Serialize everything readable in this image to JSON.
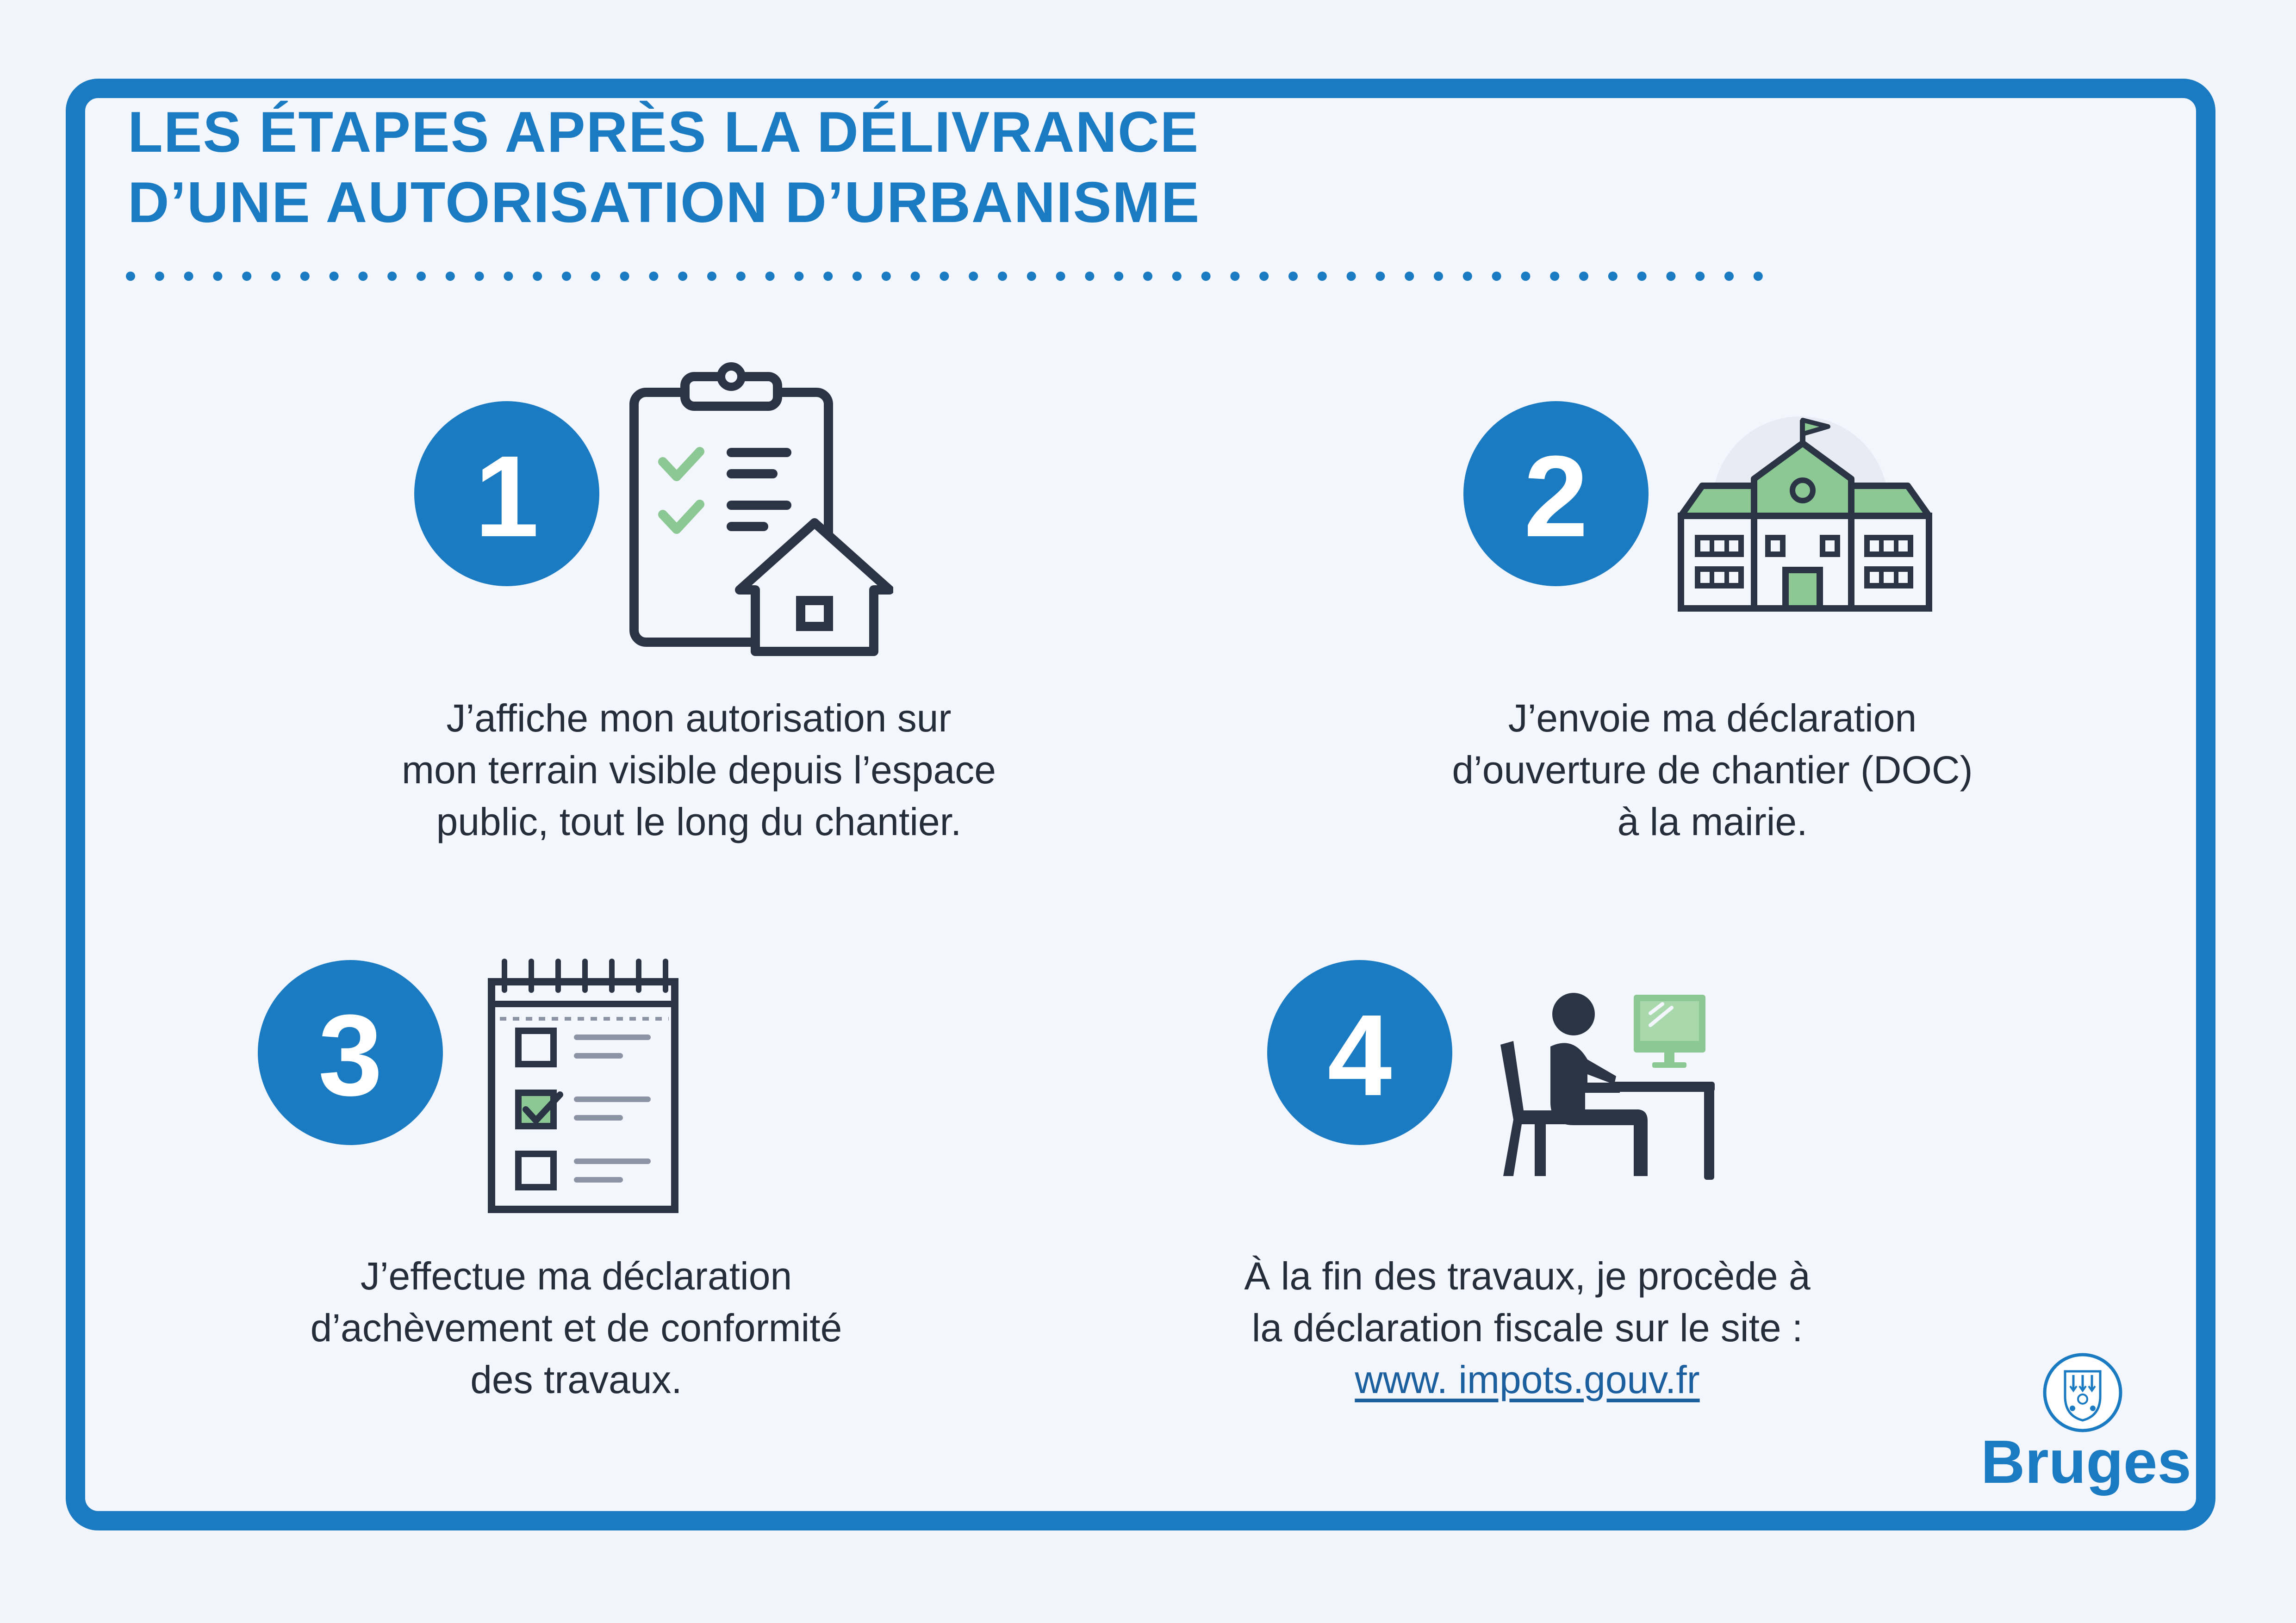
{
  "title": {
    "line1": "LES ÉTAPES APRÈS LA DÉLIVRANCE",
    "line2": "D’UNE AUTORISATION D’URBANISME"
  },
  "colors": {
    "brand_blue": "#1a7bc2",
    "dark": "#2b3445",
    "green": "#8cc894",
    "background": "#f4f6fd"
  },
  "steps": [
    {
      "number": "1",
      "icon": "clipboard-house-icon",
      "lines": [
        "J’affiche mon autorisation sur",
        "mon terrain visible depuis l’espace",
        "public, tout le long du chantier."
      ]
    },
    {
      "number": "2",
      "icon": "town-hall-icon",
      "lines": [
        "J’envoie ma déclaration",
        "d’ouverture de chantier (DOC)",
        "à la mairie."
      ]
    },
    {
      "number": "3",
      "icon": "checklist-notepad-icon",
      "lines": [
        "J’effectue ma déclaration",
        "d’achèvement et de conformité",
        "des travaux."
      ]
    },
    {
      "number": "4",
      "icon": "person-at-computer-icon",
      "lines": [
        "À la fin des travaux, je procède à",
        "la déclaration fiscale sur le site :"
      ],
      "link": "www. impots.gouv.fr"
    }
  ],
  "logo": {
    "name": "Bruges",
    "icon": "bruges-crest-icon"
  }
}
